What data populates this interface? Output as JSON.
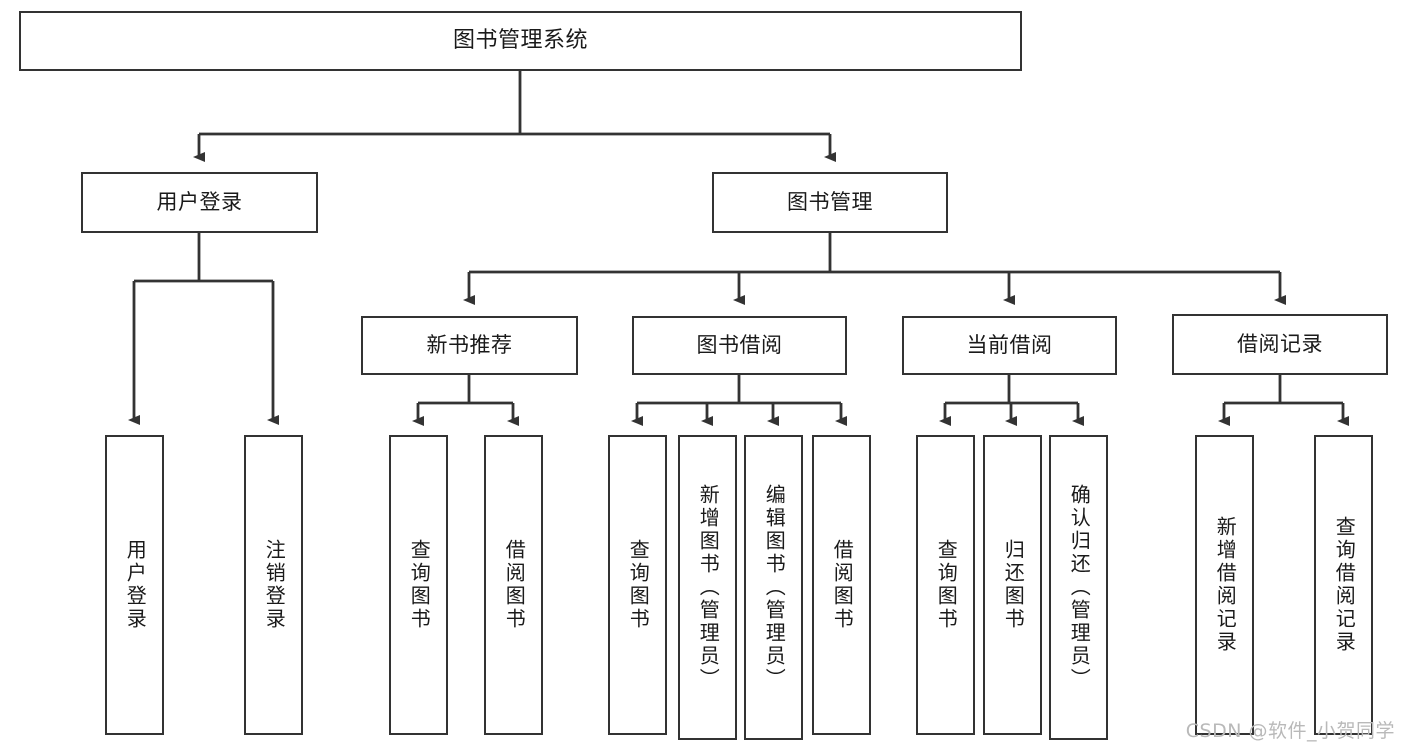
{
  "diagram": {
    "title": "图书管理系统",
    "watermark": "CSDN @软件_小贺同学",
    "line_color": "#333333",
    "box_fill": "#ffffff",
    "text_color": "#1a1a1a",
    "nodes": {
      "root": {
        "label": "图书管理系统"
      },
      "level1": [
        {
          "id": "user-login",
          "label": "用户登录"
        },
        {
          "id": "book-manage",
          "label": "图书管理"
        }
      ],
      "level2": [
        {
          "id": "new-book-recommend",
          "label": "新书推荐"
        },
        {
          "id": "book-borrow",
          "label": "图书借阅"
        },
        {
          "id": "current-borrow",
          "label": "当前借阅"
        },
        {
          "id": "borrow-record",
          "label": "借阅记录"
        }
      ],
      "leaves": {
        "user_login": [
          {
            "id": "leaf-user-login",
            "label": "用户登录"
          },
          {
            "id": "leaf-user-logout",
            "label": "注销登录"
          }
        ],
        "new_book_recommend": [
          {
            "id": "leaf-query-book-1",
            "label": "查询图书"
          },
          {
            "id": "leaf-borrow-book-1",
            "label": "借阅图书"
          }
        ],
        "book_borrow": [
          {
            "id": "leaf-query-book-2",
            "label": "查询图书"
          },
          {
            "id": "leaf-add-book",
            "label": "新增图书（管理员）"
          },
          {
            "id": "leaf-edit-book",
            "label": "编辑图书（管理员）"
          },
          {
            "id": "leaf-borrow-book-2",
            "label": "借阅图书"
          }
        ],
        "current_borrow": [
          {
            "id": "leaf-query-book-3",
            "label": "查询图书"
          },
          {
            "id": "leaf-return-book",
            "label": "归还图书"
          },
          {
            "id": "leaf-confirm-return",
            "label": "确认归还（管理员）"
          }
        ],
        "borrow_record": [
          {
            "id": "leaf-add-record",
            "label": "新增借阅记录"
          },
          {
            "id": "leaf-query-record",
            "label": "查询借阅记录"
          }
        ]
      }
    }
  }
}
